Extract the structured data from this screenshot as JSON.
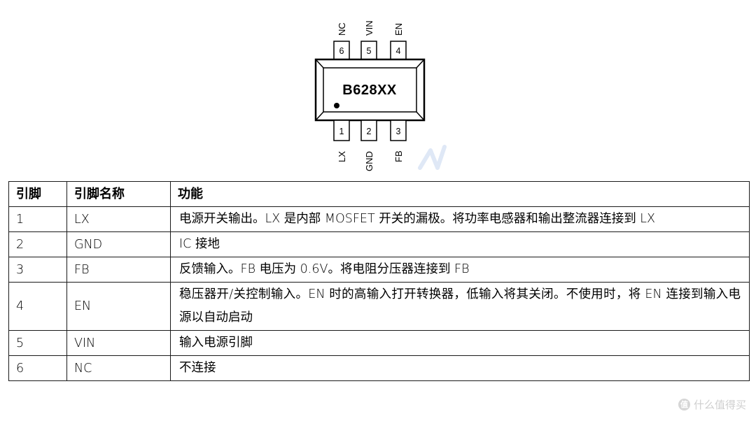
{
  "diagram": {
    "chip_label": "B628XX",
    "top_pins": [
      {
        "number": "6",
        "name": "NC"
      },
      {
        "number": "5",
        "name": "VIN"
      },
      {
        "number": "4",
        "name": "EN"
      }
    ],
    "bottom_pins": [
      {
        "number": "1",
        "name": "LX"
      },
      {
        "number": "2",
        "name": "GND"
      },
      {
        "number": "3",
        "name": "FB"
      }
    ]
  },
  "table": {
    "headers": [
      "引脚",
      "引脚名称",
      "功能"
    ],
    "rows": [
      {
        "pin": "1",
        "name": "LX",
        "function": "电源开关输出。LX 是内部 MOSFET 开关的漏极。将功率电感器和输出整流器连接到 LX"
      },
      {
        "pin": "2",
        "name": "GND",
        "function": "IC 接地"
      },
      {
        "pin": "3",
        "name": "FB",
        "function": "反馈输入。FB 电压为 0.6V。将电阻分压器连接到 FB"
      },
      {
        "pin": "4",
        "name": "EN",
        "function": "稳压器开/关控制输入。EN 时的高输入打开转换器，低输入将其关闭。不使用时，将 EN 连接到输入电源以自动启动"
      },
      {
        "pin": "5",
        "name": "VIN",
        "function": "输入电源引脚"
      },
      {
        "pin": "6",
        "name": "NC",
        "function": "不连接"
      }
    ]
  },
  "watermark": {
    "logo": "值",
    "text": "什么值得买"
  }
}
